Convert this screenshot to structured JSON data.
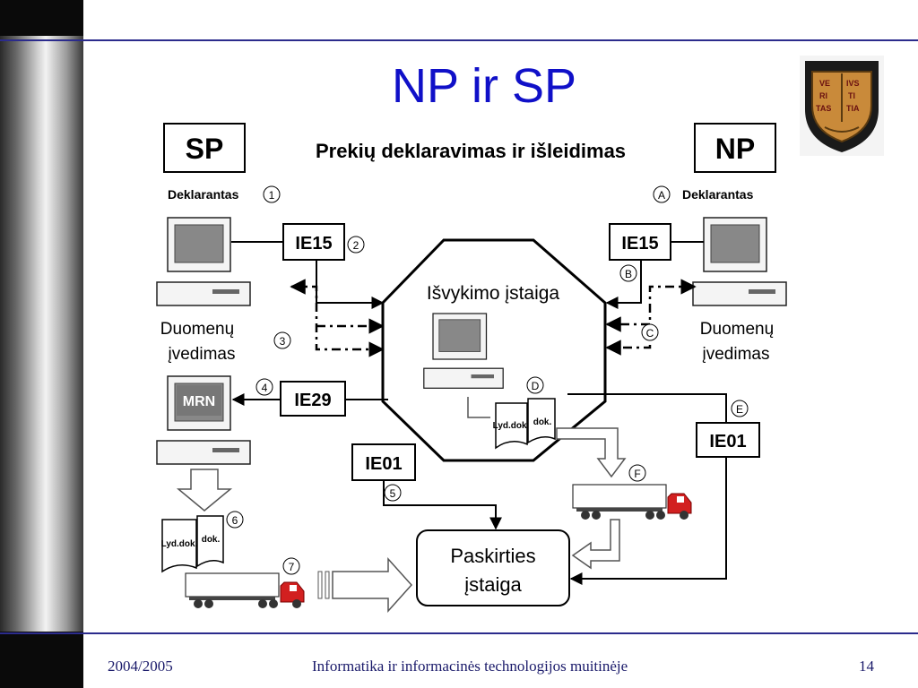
{
  "slide": {
    "title": "NP ir SP",
    "footer_left": "2004/2005",
    "footer_center": "Informatika ir informacinės technologijos muitinėje",
    "footer_right": "14"
  },
  "logo": {
    "lines": [
      "VE",
      "IVS",
      "RI",
      "TI",
      "TAS",
      "TIA"
    ]
  },
  "diagram": {
    "heading": "Prekių deklaravimas ir išleidimas",
    "sp_label": "SP",
    "np_label": "NP",
    "left_declarant": "Deklarantas",
    "right_declarant": "Deklarantas",
    "left_data_entry_1": "Duomenų",
    "left_data_entry_2": "įvedimas",
    "right_data_entry_1": "Duomenų",
    "right_data_entry_2": "įvedimas",
    "departure_office": "Išvykimo įstaiga",
    "destination_office_1": "Paskirties",
    "destination_office_2": "įstaiga",
    "messages": {
      "ie15_left": "IE15",
      "ie15_right": "IE15",
      "ie29": "IE29",
      "ie01_center": "IE01",
      "ie01_right": "IE01"
    },
    "mrn": "MRN",
    "doc_lyd": "Lyd.dok.",
    "doc_dok": "dok.",
    "steps": [
      "1",
      "2",
      "3",
      "4",
      "5",
      "6",
      "7"
    ],
    "letters": [
      "A",
      "B",
      "C",
      "D",
      "E",
      "F"
    ]
  }
}
